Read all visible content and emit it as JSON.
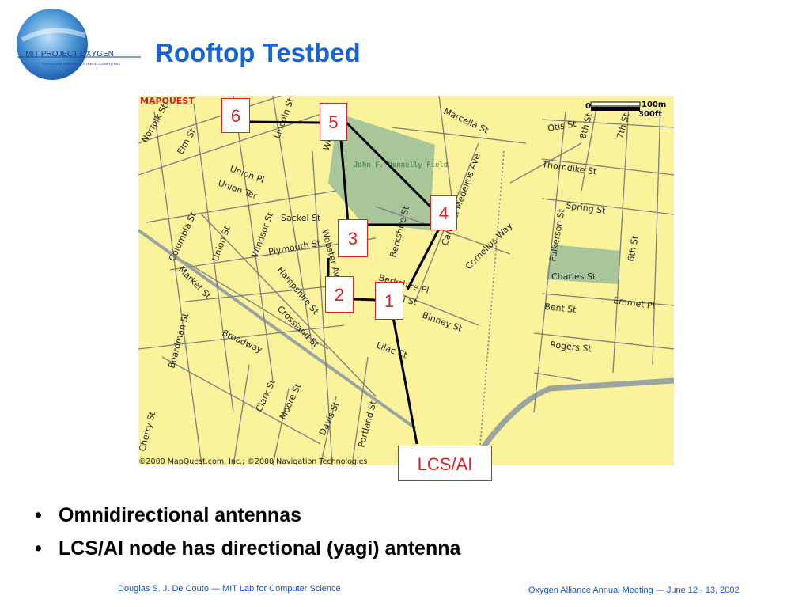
{
  "logo": {
    "name": "MIT PROJECT OXYGEN",
    "tagline": "PERVASIVE HUMAN-CENTERED COMPUTING"
  },
  "slide": {
    "title": "Rooftop Testbed"
  },
  "map": {
    "brand": "MAPQUEST",
    "copyright": "©2000 MapQuest.com, Inc.; ©2000 Navigation Technologies",
    "scale": {
      "zero": "0",
      "m": "100m",
      "ft": "300ft"
    },
    "parks": [
      "John F. Donnelly Field",
      "Charles St"
    ],
    "streets": [
      "Norfolk St",
      "Elm St",
      "Lincoln St",
      "Union Pl",
      "Union Ter",
      "Columbia St",
      "Union St",
      "Windsor St",
      "Sackel St",
      "Plymouth St",
      "Webster Ave",
      "Hampshire St",
      "Market St",
      "Crossland St",
      "Boardman St",
      "Broadway",
      "Clark St",
      "Moore St",
      "Davis St",
      "Portland St",
      "Cherry St",
      "Marcella St",
      "Otis St",
      "8th St",
      "7th St",
      "Thorndike St",
      "Spring St",
      "Fulkerson St",
      "6th St",
      "Emmet Pl",
      "Bent St",
      "Rogers St",
      "Binney St",
      "Berkshire St",
      "Cardinal Medeiros Ave",
      "Cornelius Way",
      "Lilac Ct",
      "Berkshire Pl",
      "Bristol St",
      "Willow St"
    ],
    "nodes": [
      "6",
      "5",
      "4",
      "3",
      "2",
      "1"
    ],
    "lcs": "LCS/AI"
  },
  "bullets": [
    "Omnidirectional antennas",
    "LCS/AI node has directional (yagi) antenna"
  ],
  "footer": {
    "left": "Douglas S. J. De Couto  — MIT Lab for Computer Science",
    "right": "Oxygen Alliance Annual Meeting — June 12 - 13, 2002"
  },
  "colors": {
    "title": "#1565d8",
    "map_bg": "#fbf29c",
    "park": "#a9c69a",
    "node": "#e02020"
  }
}
